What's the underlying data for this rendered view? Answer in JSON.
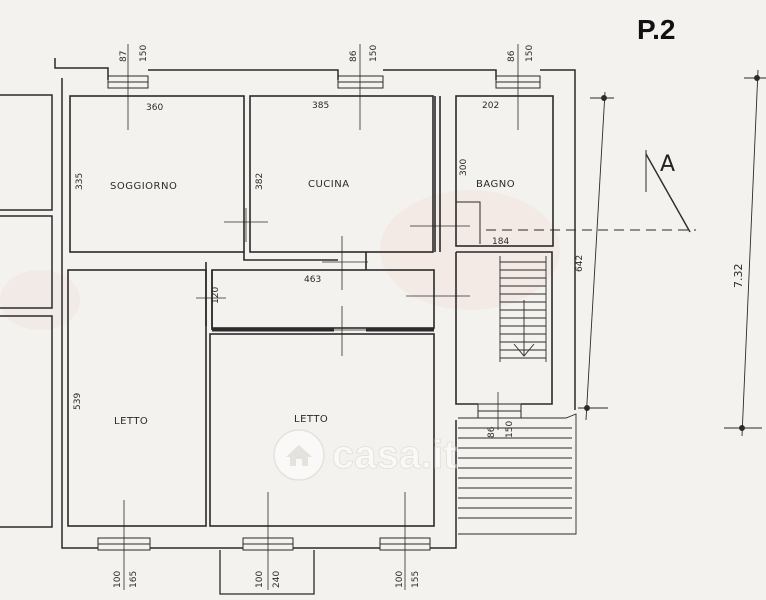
{
  "page_label": "P.2",
  "section_marker": "A",
  "watermark_text": "casa.it",
  "rooms": {
    "soggiorno": "SOGGIORNO",
    "cucina": "CUCINA",
    "bagno": "BAGNO",
    "letto_left": "LETTO",
    "letto_right": "LETTO"
  },
  "dimensions": {
    "soggiorno_width": "360",
    "soggiorno_depth": "335",
    "cucina_width": "385",
    "cucina_depth": "382",
    "bagno_width": "202",
    "bagno_depth": "300",
    "hall_width": "184",
    "corridor_width": "463",
    "corridor_depth": "120",
    "letto_left_depth": "539",
    "overall_height": "7.32",
    "stair_height": "642"
  },
  "openings": {
    "top_1_width": "87",
    "top_1_height": "150",
    "top_2_width": "86",
    "top_2_height": "150",
    "top_3_width": "86",
    "top_3_height": "150",
    "stair_width": "86",
    "stair_height": "150",
    "bottom_1_width": "100",
    "bottom_1_height": "165",
    "bottom_2_width": "100",
    "bottom_2_height": "240",
    "bottom_3_width": "100",
    "bottom_3_height": "155"
  }
}
